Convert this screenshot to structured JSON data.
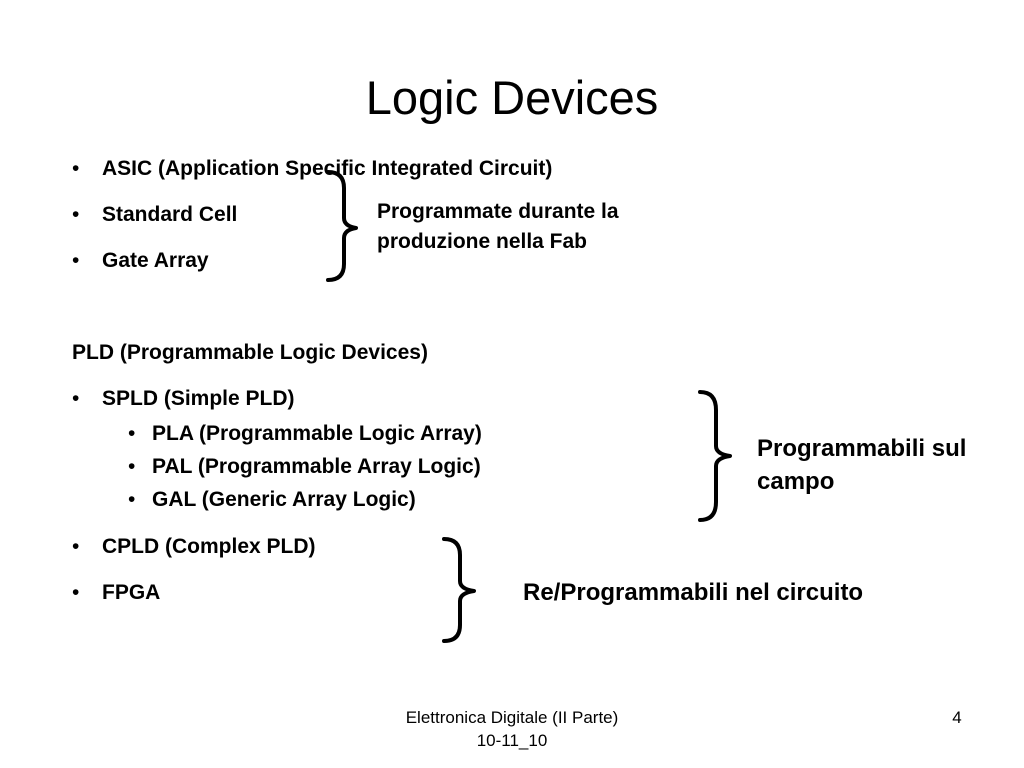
{
  "title": "Logic Devices",
  "asic_group": {
    "items": [
      "ASIC (Application Specific Integrated Circuit)",
      "Standard Cell",
      "Gate Array"
    ],
    "note": [
      "Programmate durante la",
      "produzione nella Fab"
    ]
  },
  "pld_heading": "PLD (Programmable Logic Devices)",
  "spld": {
    "label": "SPLD (Simple PLD)",
    "sub_items": [
      "PLA (Programmable Logic Array)",
      "PAL (Programmable Array Logic)",
      "GAL (Generic Array Logic)"
    ],
    "note": [
      "Programmabili sul",
      "campo"
    ]
  },
  "cpld_label": "CPLD (Complex PLD)",
  "fpga_label": "FPGA",
  "reprog_note": "Re/Programmabili nel circuito",
  "bullet_glyph": "•",
  "footer": {
    "line1": "Elettronica Digitale (II Parte)",
    "line2": "10-11_10",
    "page_number": "4"
  }
}
